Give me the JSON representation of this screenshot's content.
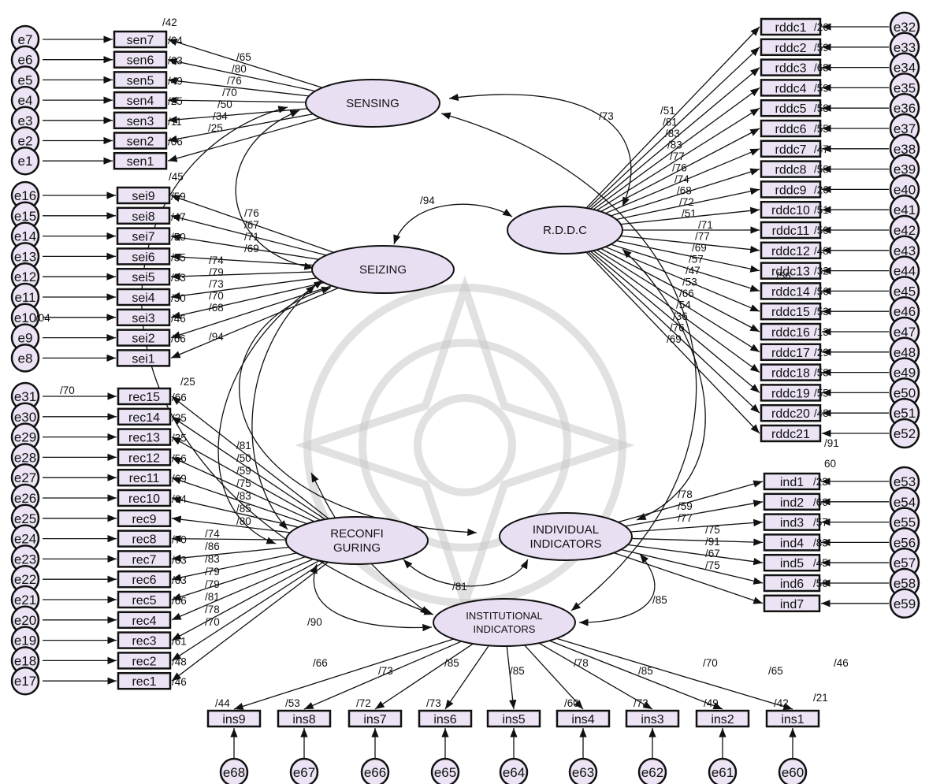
{
  "latents": {
    "sensing": "SENSING",
    "seizing": "SEIZING",
    "rddc": "R.D.D.C",
    "reconfiguring": [
      "RECONFI",
      "GURING"
    ],
    "individual": [
      "INDIVIDUAL",
      "INDICATORS"
    ],
    "institutional": [
      "INSTITUTIONAL",
      "INDICATORS"
    ]
  },
  "sensing_items": [
    {
      "err": "e7",
      "obs": "sen7",
      "r2": "/64",
      "load": "/65"
    },
    {
      "err": "e6",
      "obs": "sen6",
      "r2": "/63",
      "load": "/80"
    },
    {
      "err": "e5",
      "obs": "sen5",
      "r2": "/49",
      "load": "/76"
    },
    {
      "err": "e4",
      "obs": "sen4",
      "r2": "/25",
      "load": "/70"
    },
    {
      "err": "e3",
      "obs": "sen3",
      "r2": "/11",
      "load": "/50"
    },
    {
      "err": "e2",
      "obs": "sen2",
      "r2": "/06",
      "load": "/34"
    },
    {
      "err": "e1",
      "obs": "sen1",
      "r2": "",
      "load": "/25"
    }
  ],
  "seizing_items": [
    {
      "err": "e16",
      "obs": "sei9",
      "r2": "/59",
      "load": "/76"
    },
    {
      "err": "e15",
      "obs": "sei8",
      "r2": "/47",
      "load": "/67"
    },
    {
      "err": "e14",
      "obs": "sei7",
      "r2": "/50",
      "load": "/71"
    },
    {
      "err": "e13",
      "obs": "sei6",
      "r2": "/55",
      "load": "/69"
    },
    {
      "err": "e12",
      "obs": "sei5",
      "r2": "/53",
      "load": "/74"
    },
    {
      "err": "e11",
      "obs": "sei4",
      "r2": "/50",
      "load": "/79"
    },
    {
      "err": "e10",
      "obs": "sei3",
      "r2": "/46",
      "load": "/73"
    },
    {
      "err": "e9",
      "obs": "sei2",
      "r2": "/66",
      "load": "/70"
    },
    {
      "err": "e8",
      "obs": "sei1",
      "r2": "",
      "load": "/68"
    }
  ],
  "reconfiguring_items": [
    {
      "err": "e31",
      "obs": "rec15",
      "r2": "/66",
      "load": "/81"
    },
    {
      "err": "e30",
      "obs": "rec14",
      "r2": "/25",
      "load": "/50"
    },
    {
      "err": "e29",
      "obs": "rec13",
      "r2": "/35",
      "load": "/59"
    },
    {
      "err": "e28",
      "obs": "rec12",
      "r2": "/56",
      "load": "/75"
    },
    {
      "err": "e27",
      "obs": "rec11",
      "r2": "/69",
      "load": "/83"
    },
    {
      "err": "e26",
      "obs": "rec10",
      "r2": "/64",
      "load": "/85"
    },
    {
      "err": "e25",
      "obs": "rec9",
      "r2": "",
      "load": "/80"
    },
    {
      "err": "e24",
      "obs": "rec8",
      "r2": "/70",
      "load": "/74"
    },
    {
      "err": "e23",
      "obs": "rec7",
      "r2": "/63",
      "load": "/86"
    },
    {
      "err": "e22",
      "obs": "rec6",
      "r2": "/63",
      "load": "/83"
    },
    {
      "err": "e21",
      "obs": "rec5",
      "r2": "/66",
      "load": "/79"
    },
    {
      "err": "e20",
      "obs": "rec4",
      "r2": "",
      "load": "/79"
    },
    {
      "err": "e19",
      "obs": "rec3",
      "r2": "/61",
      "load": "/81"
    },
    {
      "err": "e18",
      "obs": "rec2",
      "r2": "/48",
      "load": "/78"
    },
    {
      "err": "e17",
      "obs": "rec1",
      "r2": "/46",
      "load": "/70"
    }
  ],
  "rddc_items": [
    {
      "err": "e32",
      "obs": "rddc1",
      "r2": "/26",
      "load": "/51"
    },
    {
      "err": "e33",
      "obs": "rddc2",
      "r2": "/59",
      "load": "/81"
    },
    {
      "err": "e34",
      "obs": "rddc3",
      "r2": "/68",
      "load": "/83"
    },
    {
      "err": "e35",
      "obs": "rddc4",
      "r2": "/59",
      "load": "/83"
    },
    {
      "err": "e36",
      "obs": "rddc5",
      "r2": "/58",
      "load": "/77"
    },
    {
      "err": "e37",
      "obs": "rddc6",
      "r2": "/55",
      "load": "/76"
    },
    {
      "err": "e38",
      "obs": "rddc7",
      "r2": "/47",
      "load": "/74"
    },
    {
      "err": "e39",
      "obs": "rddc8",
      "r2": "/58",
      "load": "/68"
    },
    {
      "err": "e40",
      "obs": "rddc9",
      "r2": "/26",
      "load": "/72"
    },
    {
      "err": "e41",
      "obs": "rddc10",
      "r2": "/51",
      "load": "/51"
    },
    {
      "err": "e42",
      "obs": "rddc11",
      "r2": "/50",
      "load": "/71"
    },
    {
      "err": "e43",
      "obs": "rddc12",
      "r2": "/48",
      "load": "/77"
    },
    {
      "err": "e44",
      "obs": "rddc13",
      "r2": "/32",
      "load": "/69"
    },
    {
      "err": "e45",
      "obs": "rddc14",
      "r2": "/56",
      "load": "/57"
    },
    {
      "err": "e46",
      "obs": "rddc15",
      "r2": "/53",
      "load": "/47"
    },
    {
      "err": "e47",
      "obs": "rddc16",
      "r2": "/13",
      "load": "/53"
    },
    {
      "err": "e48",
      "obs": "rddc17",
      "r2": "/29",
      "load": "/66"
    },
    {
      "err": "e49",
      "obs": "rddc18",
      "r2": "/58",
      "load": "/54"
    },
    {
      "err": "e50",
      "obs": "rddc19",
      "r2": "/55",
      "load": "/36"
    },
    {
      "err": "e51",
      "obs": "rddc20",
      "r2": "/48",
      "load": "/76"
    },
    {
      "err": "e52",
      "obs": "rddc21",
      "r2": "",
      "load": "/69"
    }
  ],
  "individual_items": [
    {
      "err": "e53",
      "obs": "ind1",
      "r2": "/23",
      "load": "/78"
    },
    {
      "err": "e54",
      "obs": "ind2",
      "r2": "/60",
      "load": "/59"
    },
    {
      "err": "e55",
      "obs": "ind3",
      "r2": "/57",
      "load": "/77"
    },
    {
      "err": "e56",
      "obs": "ind4",
      "r2": "/83",
      "load": "/75"
    },
    {
      "err": "e57",
      "obs": "ind5",
      "r2": "/45",
      "load": "/91"
    },
    {
      "err": "e58",
      "obs": "ind6",
      "r2": "/56",
      "load": "/67"
    },
    {
      "err": "e59",
      "obs": "ind7",
      "r2": "",
      "load": "/75"
    }
  ],
  "institutional_items": [
    {
      "err": "e68",
      "obs": "ins9",
      "r2": "/44",
      "load": "/66"
    },
    {
      "err": "e67",
      "obs": "ins8",
      "r2": "/53",
      "load": "/73"
    },
    {
      "err": "e66",
      "obs": "ins7",
      "r2": "/72",
      "load": "/85"
    },
    {
      "err": "e65",
      "obs": "ins6",
      "r2": "/73",
      "load": "/85"
    },
    {
      "err": "e64",
      "obs": "ins5",
      "r2": "",
      "load": "/78"
    },
    {
      "err": "e63",
      "obs": "ins4",
      "r2": "/60",
      "load": "/85"
    },
    {
      "err": "e62",
      "obs": "ins3",
      "r2": "/73",
      "load": "/70"
    },
    {
      "err": "e61",
      "obs": "ins2",
      "r2": "/49",
      "load": "/65"
    },
    {
      "err": "e60",
      "obs": "ins1",
      "r2": "/42",
      "load": "/46"
    }
  ],
  "extra_coefficients": {
    "r2_top_sen": "/42",
    "r2_top_sei": "/45",
    "r2_top_rec": "/70",
    "r2_rddc21": "/91",
    "r2_ind_top": "60",
    "r2_ins1_extra": "/21",
    "r2_sei3_extra": "/04",
    "r2_rddc13_extra": "/56",
    "r2_rec_25": "/25"
  },
  "structural": {
    "sensing_rddc": "/73",
    "seizing_rddc": "/94",
    "sensing_seizing": "/94",
    "recon_individual": "/81",
    "recon_institutional": "/90",
    "individual_institutional": "/85"
  }
}
